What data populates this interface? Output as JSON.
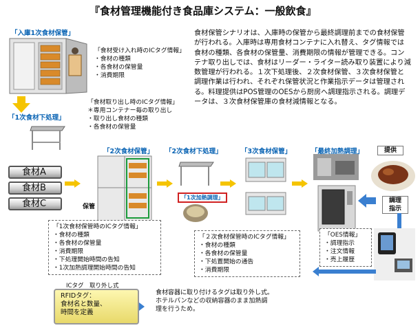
{
  "title": "『食材管理機能付き食品庫システム：一般飲食』",
  "stages": {
    "s1_storage": "「入庫1次食材保管」",
    "s1_prep": "「1次食材下処理」",
    "s2_storage": "「2次食材保管」",
    "s2_prep": "「2次食材下処理」",
    "s3_storage": "「3次食材保管」",
    "final_heat": "「最終加熱調理」",
    "s1_heat": "「1次加熱調理」"
  },
  "notes": {
    "receipt": [
      "「食材受け入れ時のICタグ情報」",
      "・食材の種類",
      "・各食材の保管量",
      "・消費期限"
    ],
    "takeout": [
      "「食材取り出し時のICタグ情報」",
      "＊専用コンテナー毎の取り出し",
      "・取り出し食材の種類",
      "・各食材の保管量"
    ],
    "s1_store": [
      "「1次食材保管時のICタグ情報」",
      "・食材の種類",
      "・各食材の保管量",
      "・消費期限",
      "・下処理開始時間の告知",
      "・1次加熱調理開始時間の告知"
    ],
    "s2_store": [
      "「２次食材保管時のICタグ情報」",
      "・食材の種類",
      "・各食材の保管量",
      "・下処置開始の通告",
      "・消費期限"
    ],
    "oes": [
      "「OES情報」",
      "・調理指示",
      "・注文情報",
      "・売上履歴"
    ]
  },
  "description": "食材保管シナリオは、入庫時の保管から最終調理前までの食材保管が行われる。入庫時は専用食材コンテナに入れ替え、タグ情報では食材の種類、各食材の保管量、消費期限の情報が管理できる。コンテナ取り出しでは、食材はリーダー・ライター読み取り装置により減数管理が行われる。１次下処理後、２次食材保管、３次食材保管と調理作業は行われ、それぞれ保管状況と作業指示データは管理される。料理提供はPOS管理のOESから厨房へ調理指示される。調理データは、３次食材保管庫の食材減情報となる。",
  "food_items": [
    "食材A",
    "食材B",
    "食材C"
  ],
  "storage_label": "保管",
  "serve_label": "提供",
  "cook_instruction": [
    "調理",
    "指示"
  ],
  "ic_tag_caption": "ICタグ　取り外し式",
  "rfid_lines": [
    "RFIDタグ：",
    "食材名と数量、",
    "時間を定義"
  ],
  "tag_note": [
    "食材容器に取り付けるタグは取り外し式。",
    "ホテルパンなどの収納容器のまま加熱調",
    "理を行うため。"
  ],
  "colors": {
    "stage_blue": "#0a64b4",
    "arrow_yellow": "#f5c400",
    "arrow_blue": "#3a7fd0"
  }
}
